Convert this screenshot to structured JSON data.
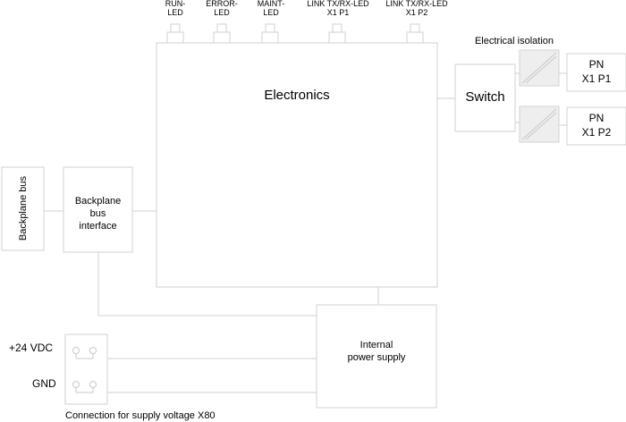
{
  "leds": [
    {
      "line1": "RUN-",
      "line2": "LED"
    },
    {
      "line1": "ERROR-",
      "line2": "LED"
    },
    {
      "line1": "MAINT-",
      "line2": "LED"
    },
    {
      "line1": "LINK TX/RX-LED",
      "line2": "X1 P1"
    },
    {
      "line1": "LINK TX/RX-LED",
      "line2": "X1 P2"
    }
  ],
  "electronics": {
    "label": "Electronics"
  },
  "switch": {
    "label": "Switch"
  },
  "isolation": {
    "label": "Electrical isolation"
  },
  "ports": [
    {
      "line1": "PN",
      "line2": "X1 P1"
    },
    {
      "line1": "PN",
      "line2": "X1 P2"
    }
  ],
  "backplane_bus": {
    "label": "Backplane bus"
  },
  "backplane_interface": {
    "line1": "Backplane",
    "line2": "bus",
    "line3": "interface"
  },
  "power_supply": {
    "line1": "Internal",
    "line2": "power supply"
  },
  "supply": {
    "vdc": "+24 VDC",
    "gnd": "GND",
    "caption": "Connection for supply voltage X80"
  },
  "colors": {
    "box_stroke": "#d2d2d2",
    "line": "#d2d2d2",
    "isolation_fill": "#eeeeee"
  }
}
